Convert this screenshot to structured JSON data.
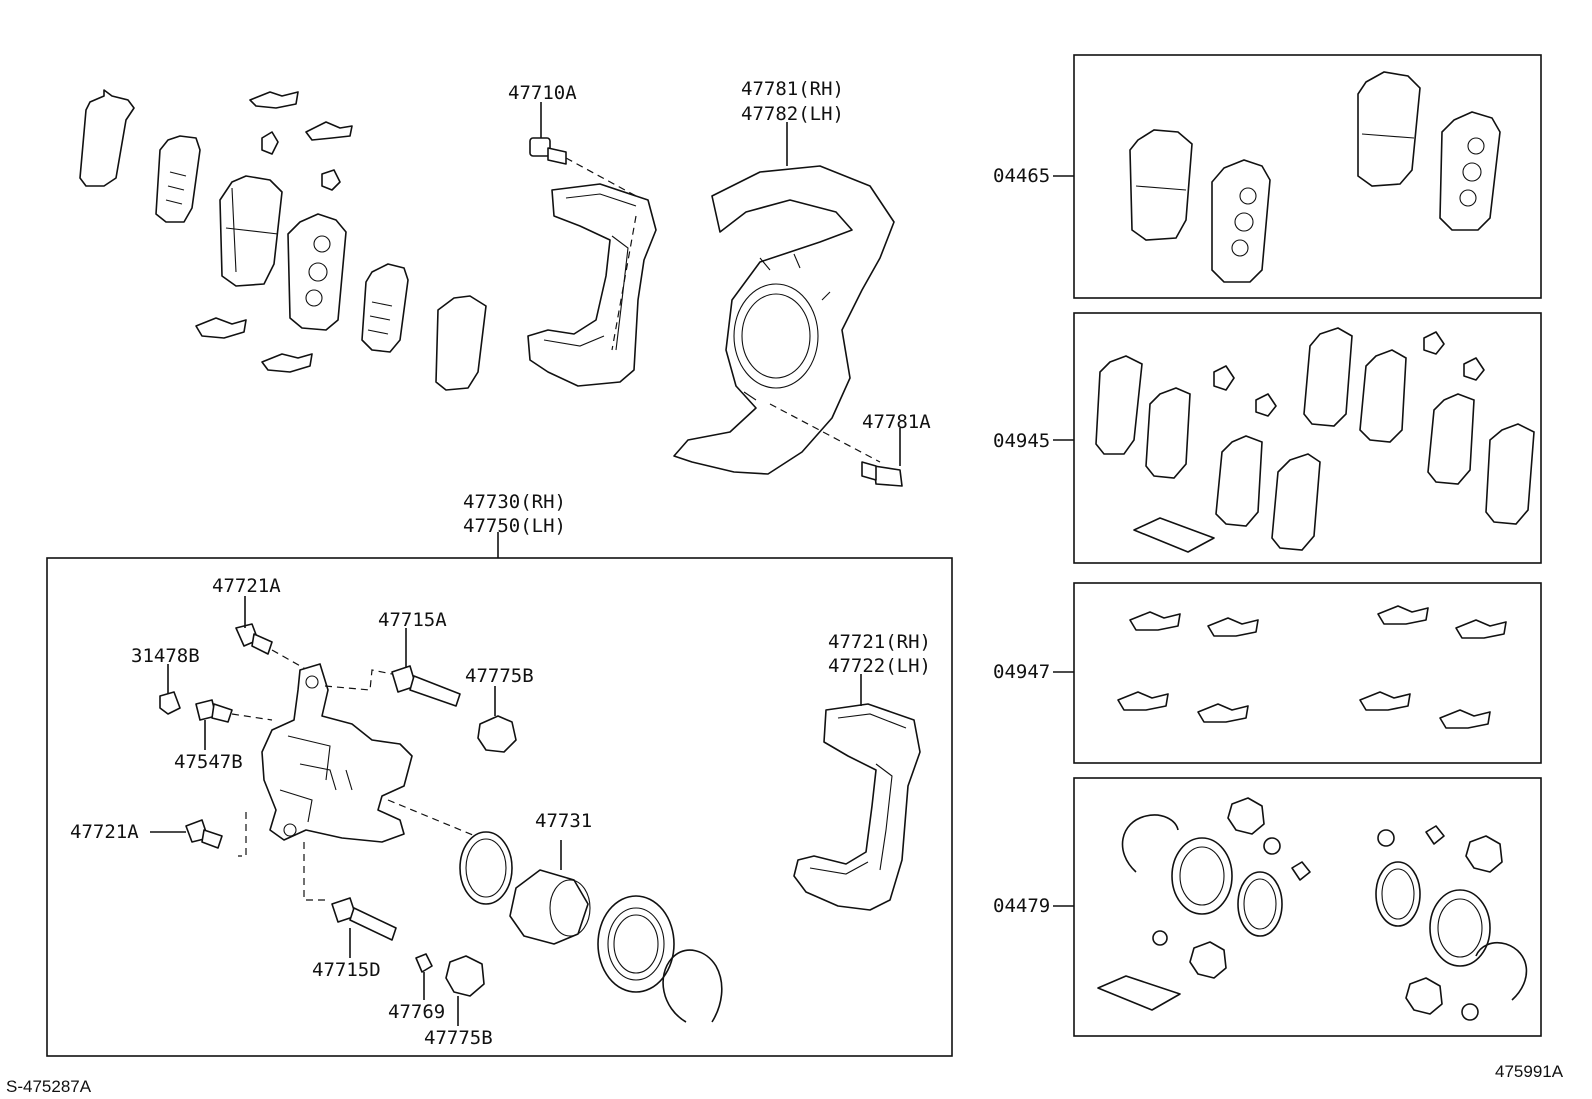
{
  "labels": {
    "p47710A": "47710A",
    "p47781RH": "47781(RH)",
    "p47782LH": "47782(LH)",
    "p47781A": "47781A",
    "p47730RH": "47730(RH)",
    "p47750LH": "47750(LH)",
    "p47721A_top": "47721A",
    "p31478B": "31478B",
    "p47715A": "47715A",
    "p47775B_top": "47775B",
    "p47547B": "47547B",
    "p47721A_left": "47721A",
    "p47731": "47731",
    "p47715D": "47715D",
    "p47769": "47769",
    "p47775B_bottom": "47775B",
    "p47721RH": "47721(RH)",
    "p47722LH": "47722(LH)",
    "k04465": "04465",
    "k04945": "04945",
    "k04947": "04947",
    "k04479": "04479"
  },
  "footer": {
    "left_code": "S-475287A",
    "right_code": "475991A"
  }
}
